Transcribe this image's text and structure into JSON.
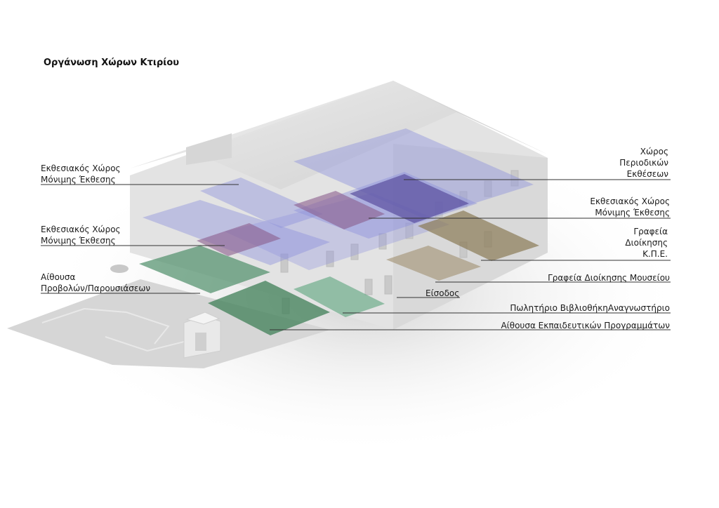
{
  "title": "Οργάνωση Χώρων Κτιρίου",
  "labels": {
    "perm_exhibit_upper_left": [
      "Εκθεσιακός Χώρος",
      "Μόνιμης Έκθεσης"
    ],
    "perm_exhibit_lower_left": [
      "Εκθεσιακός Χώρος",
      "Μόνιμης Έκθεσης"
    ],
    "projection_hall": [
      "Αίθουσα",
      "Προβολών/Παρουσιάσεων"
    ],
    "temporary_exhibitions": [
      "Χώρος",
      "Περιοδικών",
      "Εκθέσεων"
    ],
    "perm_exhibit_right": [
      "Εκθεσιακός Χώρος",
      "Μόνιμης Έκθεσης"
    ],
    "kpe_offices": [
      "Γραφεία",
      "Διοίκησης",
      "Κ.Π.Ε."
    ],
    "museum_offices": [
      "Γραφεία Διοίκησης Μουσείου"
    ],
    "entrance": [
      "Είσοδος"
    ],
    "shop_library": [
      "Πωλητήριο ΒιβλιοθήκηΑναγνωστήριο"
    ],
    "education_hall": [
      "Αίθουσα Εκπαιδευτικών Προγραμμάτων"
    ]
  },
  "colors": {
    "blue_zone": "#8e93dc",
    "dark_purple_zone": "#5a4f9e",
    "mauve_zone": "#8a5e8c",
    "green_zone": "#4f8f69",
    "brown_zone": "#8a7a55",
    "building": "#dcdcdc"
  }
}
